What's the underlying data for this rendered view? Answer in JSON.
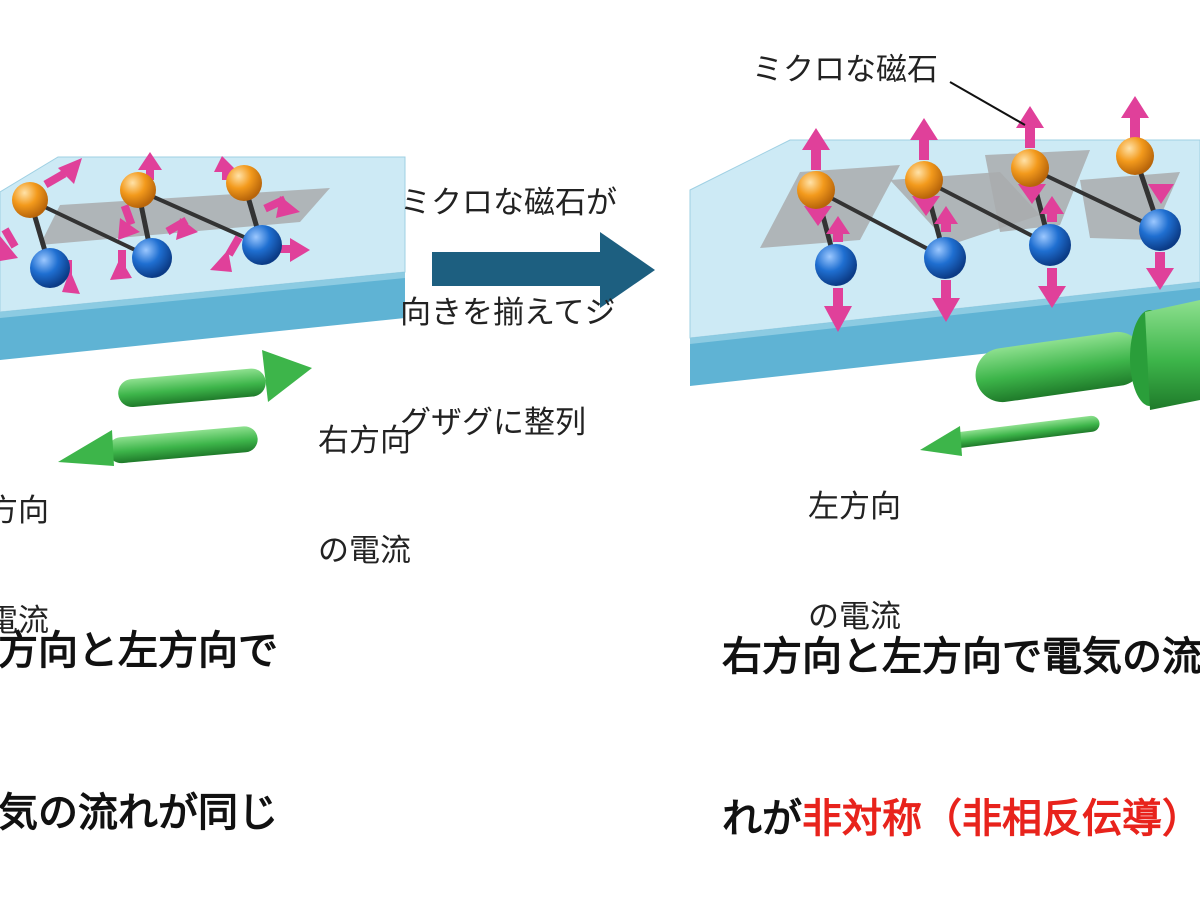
{
  "center": {
    "caption_lines": [
      "ミクロな磁石が",
      "向きを揃えてジ",
      "グザグに整列"
    ]
  },
  "left": {
    "right_current_label": [
      "右方向",
      "の電流"
    ],
    "left_current_label": [
      "左方向",
      "の電流"
    ],
    "caption_lines": [
      "右方向と左方向で",
      "電気の流れが同じ"
    ]
  },
  "right": {
    "magnet_label": "ミクロな磁石",
    "left_current_label": [
      "左方向",
      "の電流"
    ],
    "caption_line1": "右方向と左方向で電気の流",
    "caption_line2_prefix": "れが",
    "caption_line2_highlight": "非対称（非相反伝導）"
  },
  "colors": {
    "slab_top": "#cdeaf5",
    "slab_front": "#5fb3d4",
    "arrow_green": "#3db54a",
    "big_arrow": "#1d5f80",
    "spin_arrow": "#e0409a",
    "atom_orange": "#f39a1c",
    "atom_blue": "#1f6fd1",
    "highlight_red": "#e8231c"
  }
}
